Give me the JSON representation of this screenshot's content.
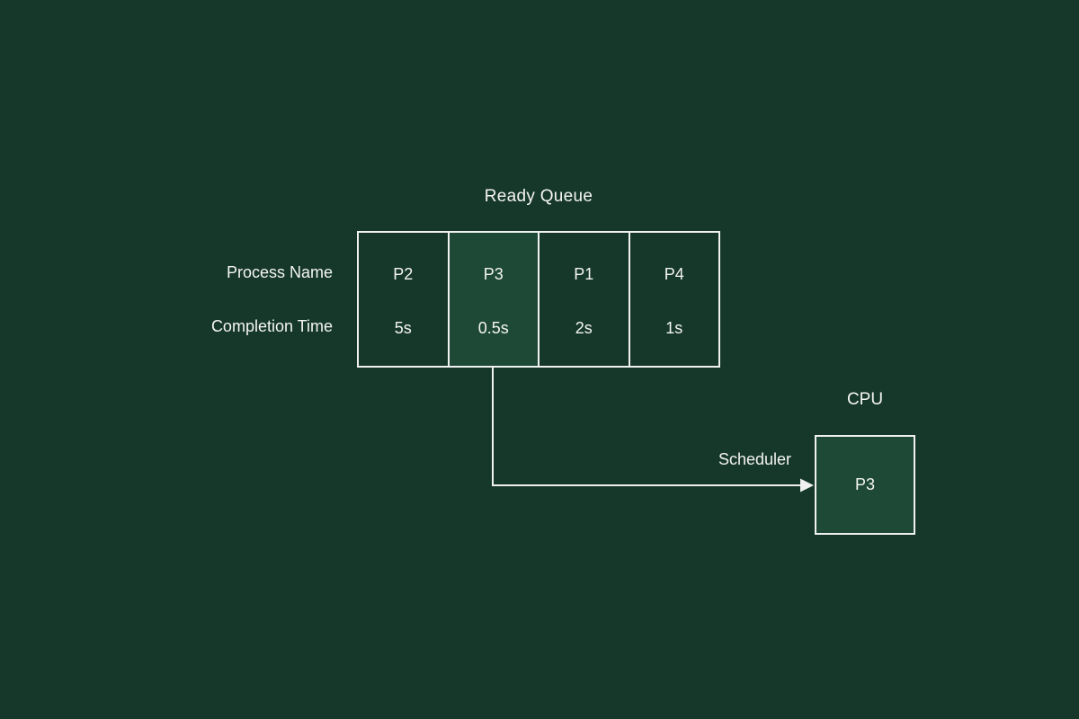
{
  "colors": {
    "background": "#16382b",
    "highlight": "#1e4936",
    "line": "#f1f1f1",
    "text": "#f5f5f3"
  },
  "ready_queue": {
    "title": "Ready Queue",
    "row_labels": {
      "process_name": "Process Name",
      "completion_time": "Completion Time"
    },
    "processes": [
      {
        "name": "P2",
        "completion_time": "5s",
        "highlighted": false
      },
      {
        "name": "P3",
        "completion_time": "0.5s",
        "highlighted": true
      },
      {
        "name": "P1",
        "completion_time": "2s",
        "highlighted": false
      },
      {
        "name": "P4",
        "completion_time": "1s",
        "highlighted": false
      }
    ]
  },
  "scheduler": {
    "label": "Scheduler"
  },
  "cpu": {
    "title": "CPU",
    "running_process": "P3"
  }
}
